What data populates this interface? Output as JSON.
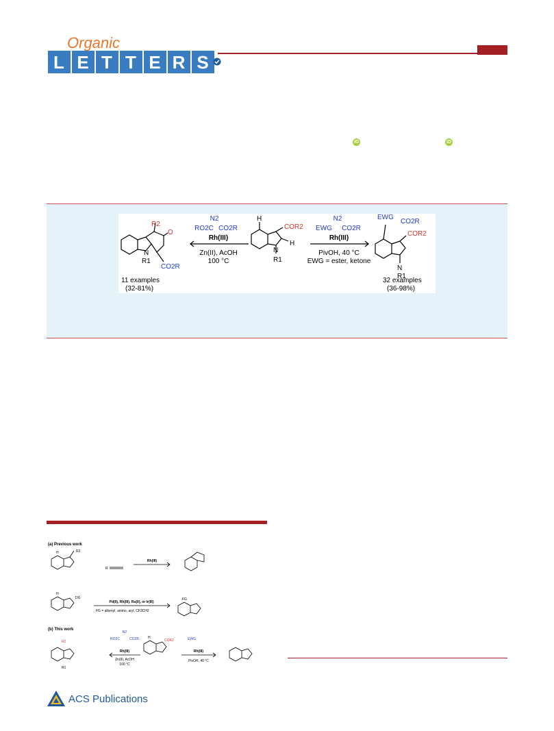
{
  "journal": {
    "name_top": "Organic",
    "name_letters": [
      "L",
      "E",
      "T",
      "T",
      "E",
      "R",
      "S"
    ],
    "colors": {
      "accent": "#a41f24",
      "logo_blue": "#1e5a97",
      "logo_tile": "#3a7cc2",
      "logo_orange": "#e7772a"
    }
  },
  "orcid": {
    "label": "iD",
    "icon": "orcid-icon",
    "color": "#a6ce39"
  },
  "toc": {
    "left": {
      "reagent_n2": "N2",
      "reagent_left": "RO2C",
      "reagent_right": "CO2R",
      "catalyst": "Rh(III)",
      "conditions_1": "Zn(II), AcOH",
      "conditions_2": "100 °C",
      "product_substituent_top": "R2",
      "product_n": "N",
      "product_r1": "R1",
      "product_ester": "CO2R",
      "product_oxo": "O",
      "examples": "11 examples",
      "yield": "(32-81%)"
    },
    "center": {
      "h_top": "H",
      "cor2": "COR2",
      "h_right": "H",
      "n": "N",
      "r1": "R1"
    },
    "right": {
      "reagent_n2": "N2",
      "reagent_left": "EWG",
      "reagent_right": "CO2R",
      "catalyst": "Rh(III)",
      "conditions_1": "PivOH, 40 °C",
      "conditions_2": "EWG = ester, ketone",
      "product_ewg": "EWG",
      "product_ester": "CO2R",
      "product_cor2": "COR2",
      "product_n": "N",
      "product_r1": "R1",
      "examples": "32 examples",
      "yield": "(36-98%)"
    }
  },
  "scheme": {
    "part_a": "(a) Previous work",
    "a1_catalyst": "Rh(III)",
    "a1_alkyne": "R",
    "a1_r2": "R2",
    "a1_h": "H",
    "a2_h": "H",
    "a2_dg": "DG",
    "a2_catalyst": "Pd(II), Rh(III), Ru(II), or Ir(III)",
    "a2_fg_def": "FG = alkenyl, amino, aryl, CF3CH2",
    "a2_fg": "FG",
    "part_b": "(b) This work",
    "b_left_catalyst": "Rh(III)",
    "b_left_cond_1": "Zn(II), AcOH",
    "b_left_cond_2": "100 °C",
    "b_right_catalyst": "Rh(III)",
    "b_right_cond": "PivOH, 40 °C",
    "b_left_reagent": "RO2C",
    "b_right_reagent": "EWG",
    "b_co2r": "CO2R",
    "b_n2": "N2",
    "b_cor2": "COR2",
    "b_r2": "R2",
    "b_r1": "R1",
    "b_h": "H"
  },
  "footer": {
    "publisher": "ACS Publications"
  }
}
